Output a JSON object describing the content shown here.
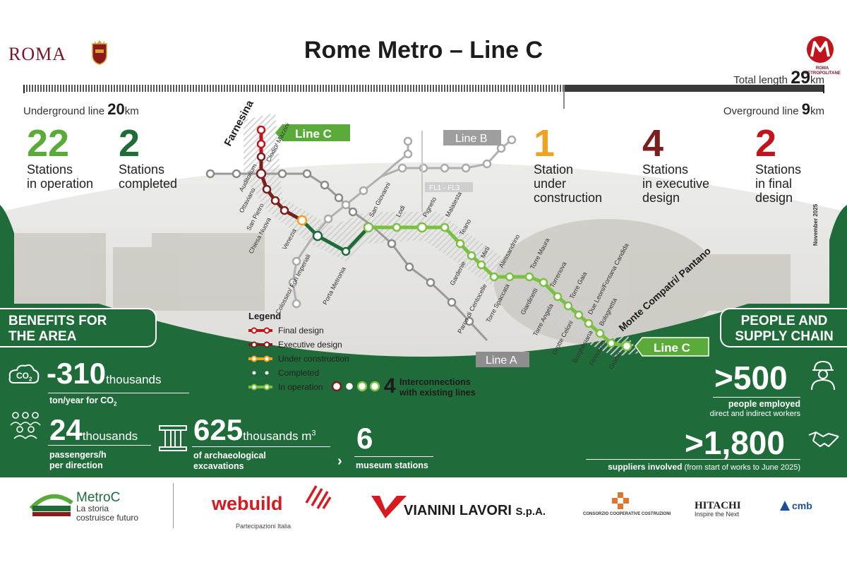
{
  "header": {
    "roma_logo": "ROMA",
    "title": "Rome Metro – Line C",
    "metro_logo_text": "ROMA METROPOLITANE",
    "total_length_label": "Total length",
    "total_length_value": "29",
    "total_length_unit": "km"
  },
  "track": {
    "underground_label": "Underground line",
    "underground_value": "20",
    "underground_unit": "km",
    "overground_label": "Overground line",
    "overground_value": "9",
    "overground_unit": "km"
  },
  "stats": {
    "operation": {
      "value": "22",
      "caption1": "Stations",
      "caption2": "in operation",
      "color": "#5bab3b"
    },
    "completed": {
      "value": "2",
      "caption1": "Stations",
      "caption2": "completed",
      "color": "#1f6b3a"
    },
    "construction": {
      "value": "1",
      "caption1": "Station",
      "caption2": "under",
      "caption3": "construction",
      "color": "#f0a224"
    },
    "executive": {
      "value": "4",
      "caption1": "Stations",
      "caption2": "in executive",
      "caption3": "design",
      "color": "#7a1f1f"
    },
    "final": {
      "value": "2",
      "caption1": "Stations",
      "caption2": "in final",
      "caption3": "design",
      "color": "#c0151c"
    }
  },
  "map": {
    "line_c_top": "Line C",
    "line_c_bottom": "Line C",
    "line_b": "Line B",
    "line_a": "Line A",
    "fl_label": "FL1 - FL3",
    "terminus_north": "Farnesina",
    "terminus_south": "Monte Compatri/ Pantano",
    "date": "November 2025",
    "stations": {
      "auditorium": "Auditorium",
      "clodio": "Clodio/ Mazzini",
      "ottaviano": "Ottaviano",
      "san_pietro": "San Pietro",
      "chiesa_nuova": "Chiesa Nuova",
      "venezia": "Venezia",
      "colosseo": "Colosseo/ Fori Imperiali",
      "porta_metronia": "Porta Metronia",
      "san_giovanni": "San Giovanni",
      "lodi": "Lodi",
      "pigneto": "Pigneto",
      "malatesta": "Malatesta",
      "teano": "Teano",
      "gardenie": "Gardenie",
      "mirti": "Mirti",
      "parco": "Parco di Centocelle",
      "alessandrino": "Alessandrino",
      "torre_spaccata": "Torre Spaccata",
      "torre_maura": "Torre Maura",
      "giardinetti": "Giardinetti",
      "torrenova": "Torrenova",
      "torre_angela": "Torre Angela",
      "torre_gaia": "Torre Gaia",
      "grotte_celoni": "Grotte Celoni",
      "due_leoni": "Due Leoni/Fontana Candida",
      "borghesiana": "Borghesiana",
      "bolognetta": "Bolognetta",
      "finocchio": "Finocchio",
      "graniti": "Graniti"
    }
  },
  "legend": {
    "title": "Legend",
    "items": [
      {
        "label": "Final design",
        "color": "#c0151c"
      },
      {
        "label": "Executive design",
        "color": "#7a1f1f"
      },
      {
        "label": "Under construction",
        "color": "#f0a224"
      },
      {
        "label": "Completed",
        "color": "#1f6b3a"
      },
      {
        "label": "In operation",
        "color": "#7bc043"
      }
    ],
    "interconnections_value": "4",
    "interconnections_text1": "Interconnections",
    "interconnections_text2": "with existing lines"
  },
  "benefits": {
    "badge_line1": "BENEFITS FOR",
    "badge_line2": "THE AREA",
    "co2_icon_text": "CO",
    "co2_icon_sub": "2",
    "co2_value": "-310",
    "co2_unit": "thousands",
    "co2_caption": "ton/year for CO",
    "co2_caption_sub": "2",
    "passengers_value": "24",
    "passengers_unit": "thousands",
    "passengers_caption1": "passengers/h",
    "passengers_caption2": "per direction",
    "excavation_value": "625",
    "excavation_unit": "thousands m",
    "excavation_unit_sup": "3",
    "excavation_caption1": "of archaeological",
    "excavation_caption2": "excavations",
    "museum_value": "6",
    "museum_caption": "museum stations"
  },
  "people": {
    "badge_line1": "PEOPLE AND",
    "badge_line2": "SUPPLY CHAIN",
    "employed_value": ">500",
    "employed_caption1": "people employed",
    "employed_caption2": "direct and indirect workers",
    "suppliers_value": ">1,800",
    "suppliers_caption_bold": "suppliers involved",
    "suppliers_caption_rest": "(from start of works to June 2025)"
  },
  "footer": {
    "metroc_name": "MetroC",
    "metroc_tag1": "La storia",
    "metroc_tag2": "costruisce futuro",
    "webuild": "webuild",
    "webuild_sub": "Partecipazioni Italia",
    "vianini": "VIANINI LAVORI",
    "vianini_suffix": "S.p.A.",
    "consorzio": "CONSORZIO COOPERATIVE COSTRUZIONI",
    "hitachi": "HITACHI",
    "hitachi_tag": "Inspire the Next",
    "cmb": "cmb"
  }
}
